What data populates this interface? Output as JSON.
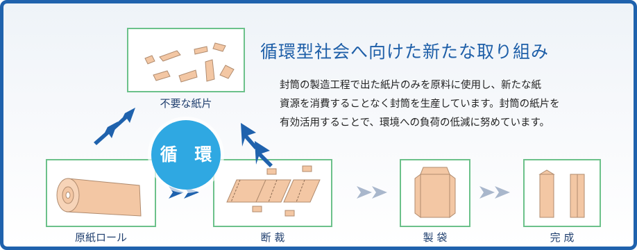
{
  "title": "循環型社会へ向けた新たな取り組み",
  "description": [
    "封筒の製造工程で出た紙片のみを原料に使用し、新たな紙",
    "資源を消費することなく封筒を生産しています。封筒の紙片を",
    "有効活用することで、環境への負荷の低減に努めています。"
  ],
  "steps": {
    "scraps": "不要な紙片",
    "paper_roll": "原紙ロール",
    "cutting": "断 裁",
    "bag_making": "製 袋",
    "completion": "完 成"
  },
  "cycle_label": "循 環",
  "colors": {
    "border": "#1f62ad",
    "accent": "#2fa8e2",
    "box_border": "#6cc18a",
    "paper": "#f3c7a4",
    "arrow_dark": "#1f62ad",
    "arrow_light": "#a9b7cc"
  }
}
